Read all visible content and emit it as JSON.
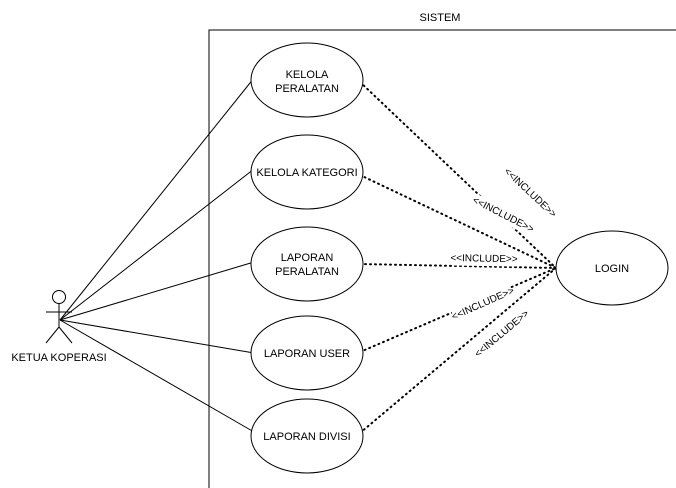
{
  "system": {
    "title": "SISTEM"
  },
  "actor": {
    "name": "KETUA KOPERASI"
  },
  "use_cases": [
    {
      "id": "kelola-peralatan",
      "lines": [
        "KELOLA",
        "PERALATAN"
      ]
    },
    {
      "id": "kelola-kategori",
      "lines": [
        "KELOLA KATEGORI"
      ]
    },
    {
      "id": "laporan-peralatan",
      "lines": [
        "LAPORAN",
        "PERALATAN"
      ]
    },
    {
      "id": "laporan-user",
      "lines": [
        "LAPORAN USER"
      ]
    },
    {
      "id": "laporan-divisi",
      "lines": [
        "LAPORAN DIVISI"
      ]
    },
    {
      "id": "login",
      "lines": [
        "LOGIN"
      ]
    }
  ],
  "include_label": "<<INCLUDE>>"
}
